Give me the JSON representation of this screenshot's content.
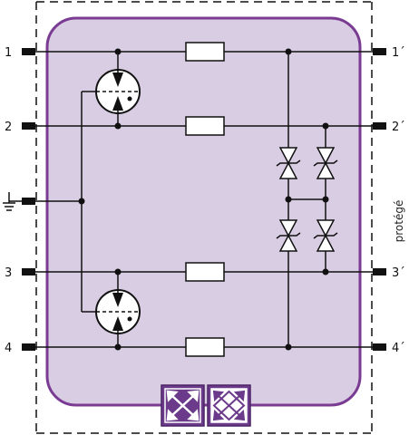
{
  "terminals_left": [
    "1",
    "2",
    "3",
    "4"
  ],
  "terminals_right": [
    "1´",
    "2´",
    "3´",
    "4´"
  ],
  "ground_symbol": "earth-ground-icon",
  "side_label": "protégé",
  "colors": {
    "housing_fill": "#d9cde3",
    "housing_stroke": "#7a3b92",
    "badge_fill": "#6b3a8a",
    "line": "#111111"
  }
}
